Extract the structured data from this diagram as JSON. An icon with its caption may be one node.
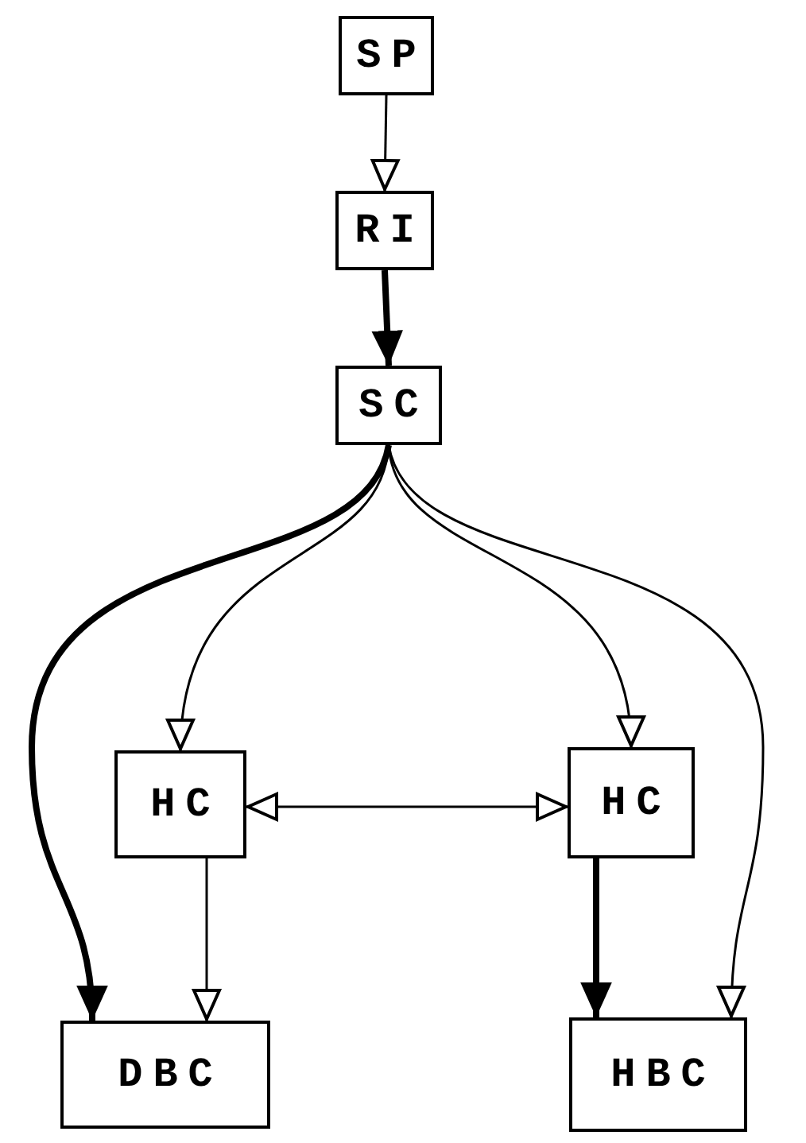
{
  "diagram": {
    "nodes": [
      {
        "text": [
          "SP"
        ]
      },
      {
        "text": [
          "RI"
        ]
      },
      {
        "text": [
          "SC"
        ]
      },
      {
        "text": [
          "HC"
        ]
      },
      {
        "text": [
          "HC"
        ]
      },
      {
        "text": [
          "DBC"
        ]
      },
      {
        "text": [
          "HBC"
        ]
      }
    ],
    "edges": [
      {
        "from": 0,
        "to": 1,
        "arrow": "to"
      },
      {
        "from": 1,
        "to": 2,
        "arrow": "to",
        "style": "thick"
      },
      {
        "from": 2,
        "to": 3,
        "arrow": "to"
      },
      {
        "from": 2,
        "to": 5,
        "arrow": "to",
        "style": "thick"
      },
      {
        "from": 2,
        "to": 4,
        "arrow": "to"
      },
      {
        "from": 2,
        "to": 6,
        "arrow": "to"
      },
      {
        "from": 3,
        "to": 4,
        "arrow": "both"
      },
      {
        "from": 3,
        "to": 5,
        "arrow": "to"
      },
      {
        "from": 4,
        "to": 6,
        "arrow": "to",
        "style": "thick"
      }
    ]
  }
}
